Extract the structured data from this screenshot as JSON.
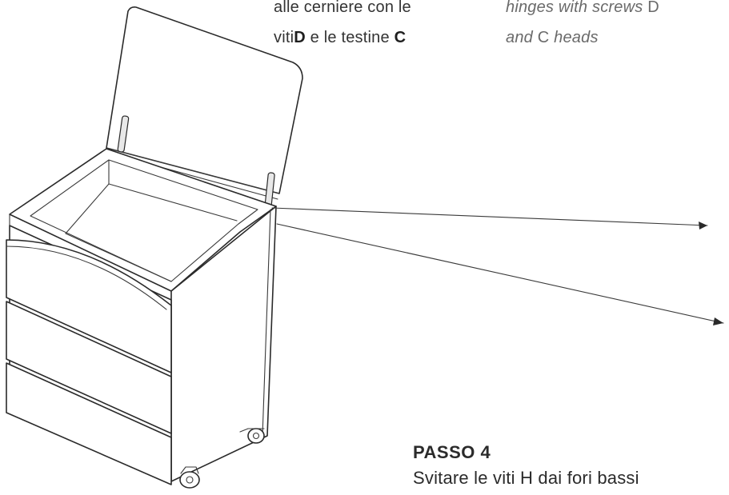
{
  "instructions": {
    "italian_line1": "alle cerniere con le",
    "italian_line2_prefix": "viti",
    "italian_line2_bold_d": "D",
    "italian_line2_middle": " e le testine ",
    "italian_line2_bold_c": "C",
    "english_line1_italic": "hinges with screws",
    "english_line1_letter": " D",
    "english_line2_italic": "and",
    "english_line2_letter": " C",
    "english_line2_tail": " heads"
  },
  "step": {
    "title": "PASSO 4",
    "text": "Svitare le viti H dai fori bassi"
  },
  "illustration": {
    "subject": "wooden storage cabinet with hinged lid",
    "icons": [
      "hinge-icon",
      "caster-wheel-icon",
      "pointer-arrow-icon"
    ]
  }
}
